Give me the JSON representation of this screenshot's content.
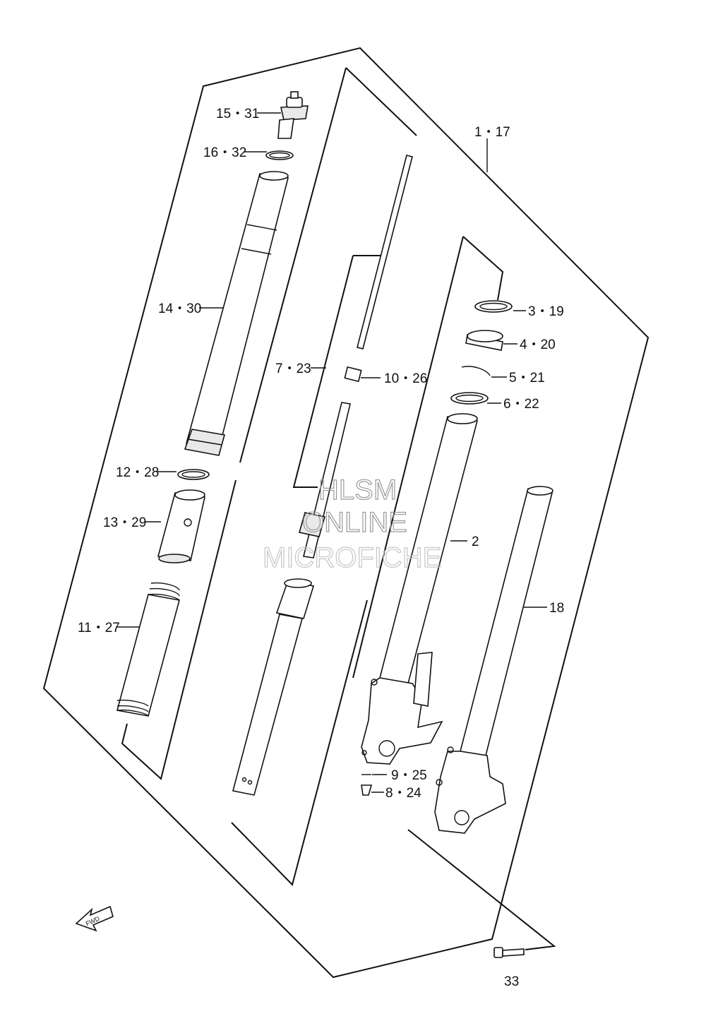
{
  "diagram": {
    "labels": {
      "p15_31": "15・31",
      "p16_32": "16・32",
      "p1_17": "1・17",
      "p14_30": "14・30",
      "p3_19": "3・19",
      "p4_20": "4・20",
      "p5_21": "5・21",
      "p7_23": "7・23",
      "p10_26": "10・26",
      "p6_22": "6・22",
      "p12_28": "12・28",
      "p13_29": "13・29",
      "p2": "2",
      "p18": "18",
      "p11_27": "11・27",
      "p9_25": "9・25",
      "p8_24": "8・24",
      "p33": "33"
    },
    "fwd_label": "FWD",
    "watermark": {
      "line1": "HLSM",
      "line2": "ONLINE",
      "line3": "MICROFICHE"
    }
  }
}
